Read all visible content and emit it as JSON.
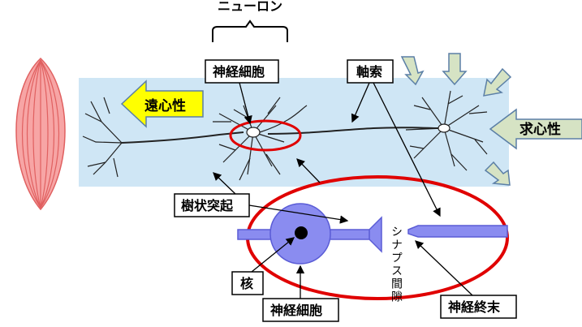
{
  "title": "ニューロン",
  "labels": {
    "neuron_cell": "神経細胞",
    "axon": "軸索",
    "efferent": "遠心性",
    "afferent": "求心性",
    "dendrite": "樹状突起",
    "synaptic_cleft": "シナプス間隙",
    "nucleus": "核",
    "cell_body": "神経細胞",
    "nerve_terminal": "神経終末"
  },
  "colors": {
    "panel_bg": "#cfe6f5",
    "muscle": "#f7a5a5",
    "muscle_stroke": "#e06060",
    "efferent_arrow": "#ffff00",
    "afferent_arrow": "#d6e3c4",
    "arrow_stroke": "#5b7fa6",
    "highlight": "#e00000",
    "cell": "#8a8cf0",
    "cell_stroke": "#5a5cd6",
    "nucleus": "#000000"
  },
  "icons": {
    "muscle": "muscle-icon",
    "neuron": "neuron-drawing"
  }
}
